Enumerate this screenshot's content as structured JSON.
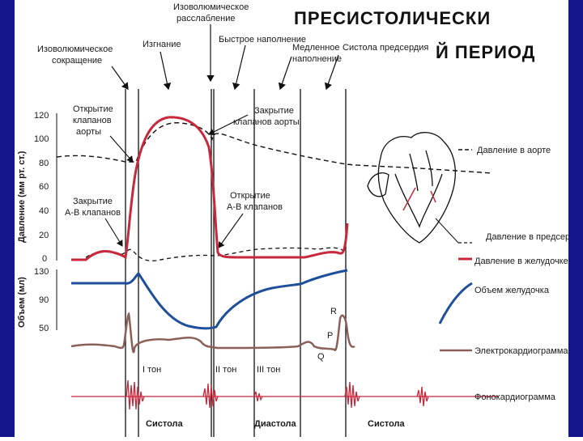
{
  "title": {
    "line1": "ПРЕСИСТОЛИЧЕСКИ",
    "line2": "Й ПЕРИОД"
  },
  "phases_top": {
    "isovol_contraction": [
      "Изоволюмическое",
      "сокращение"
    ],
    "ejection": "Изгнание",
    "isovol_relaxation": [
      "Изоволюмическое",
      "расслабление"
    ],
    "fast_filling": "Быстрое наполнение",
    "slow_filling": [
      "Медленное",
      "наполнение"
    ],
    "atrial_systole": "Систола предсердия"
  },
  "valves": {
    "aortic_open": [
      "Открытие",
      "клапанов",
      "аорты"
    ],
    "aortic_close": [
      "Закрытие",
      "клапанов аорты"
    ],
    "av_close": [
      "Закрытие",
      "А-В клапанов"
    ],
    "av_open": [
      "Открытие",
      "А-В клапанов"
    ]
  },
  "axes": {
    "pressure_label": "Давление (мм рт. ст.)",
    "pressure_ticks": [
      "120",
      "100",
      "80",
      "60",
      "40",
      "20",
      "0"
    ],
    "volume_label": "Объем (мл)",
    "volume_ticks": [
      "130",
      "90",
      "50"
    ]
  },
  "legend": {
    "aortic_pressure": "Давление в аорте",
    "atrial_pressure": "Давление в предсердии",
    "ventricular_pressure": "Давление в желудочке",
    "ventricular_volume": "Объем желудочка",
    "ecg": "Электрокардиограмма",
    "pcg": "Фонокардиограмма"
  },
  "ecg_labels": {
    "p": "P",
    "q": "Q",
    "r": "R"
  },
  "sounds": {
    "s1": "I тон",
    "s2": "II тон",
    "s3": "III тон"
  },
  "cycle_phases": {
    "systole1": "Систола",
    "diastole": "Диастола",
    "systole2": "Систола"
  },
  "colors": {
    "frame": "#15158c",
    "ventricular_pressure": "#c8283c",
    "ventricular_volume": "#1f4e9a",
    "ecg": "#8a6058",
    "pcg": "#c8283c",
    "aortic_pressure": "#1a1a1a"
  }
}
